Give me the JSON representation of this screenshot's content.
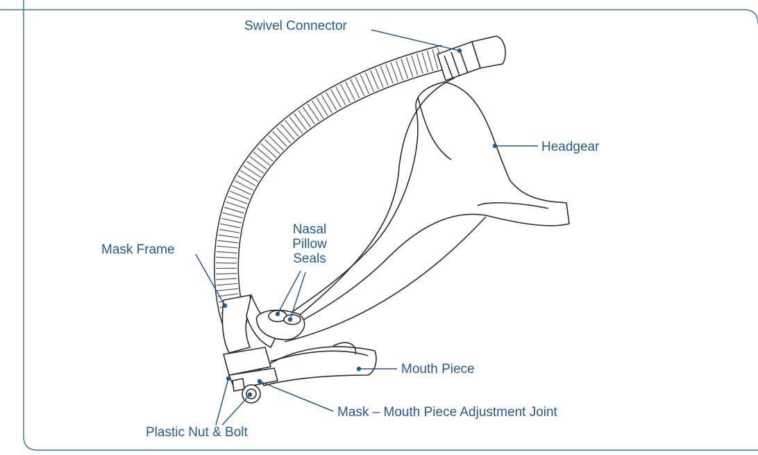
{
  "colors": {
    "accent": "#1f5a96",
    "line": "#2a2a2a",
    "paper": "#ffffff",
    "frame": "#3f78ad"
  },
  "labels": {
    "swivel_connector": "Swivel Connector",
    "headgear": "Headgear",
    "mask_frame": "Mask Frame",
    "nasal_pillow_seals": [
      "Nasal",
      "Pillow",
      "Seals"
    ],
    "mouth_piece": "Mouth Piece",
    "adjustment_joint": "Mask – Mouth Piece Adjustment Joint",
    "plastic_nut_bolt": "Plastic Nut & Bolt"
  }
}
